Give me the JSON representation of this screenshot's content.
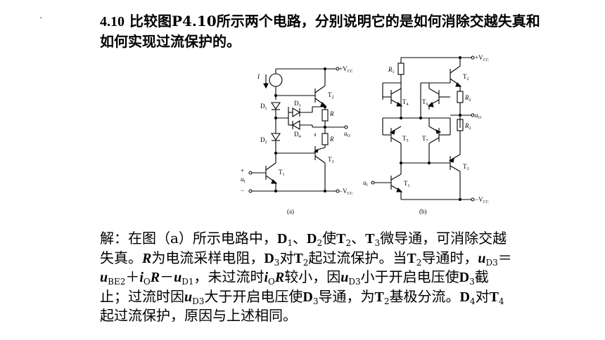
{
  "question": {
    "number": "4.10",
    "text": "比较图P4.10所示两个电路，分别说明它的是如何消除交越失真和如何实现过流保护的。"
  },
  "figure": {
    "caption_a": "(a)",
    "caption_b": "(b)",
    "a": {
      "I": "I",
      "D1": "D",
      "D1s": "1",
      "D2": "D",
      "D2s": "2",
      "D3": "D",
      "D3s": "3",
      "D4": "D",
      "D4s": "4",
      "T1": "T",
      "T1s": "1",
      "T2": "T",
      "T2s": "2",
      "T3": "T",
      "T3s": "3",
      "R1": "R",
      "R2": "R",
      "vcc_pos": "+V",
      "vcc_neg": "−V",
      "cc": "CC",
      "uI": "u",
      "uIs": "I",
      "uO": "u",
      "uOs": "O",
      "plus": "+",
      "minus": "−"
    },
    "b": {
      "R1": "R",
      "R1s": "1",
      "R2a": "R",
      "R2as": "2",
      "R2b": "R",
      "R2bs": "2",
      "T1": "T",
      "T1s": "1",
      "T2": "T",
      "T2s": "2",
      "T3": "T",
      "T3s": "3",
      "T4": "T",
      "T4s": "4",
      "T5": "T",
      "T5s": "5",
      "T6": "T",
      "T6s": "6",
      "T7": "T",
      "T7s": "7",
      "vcc_pos": "+V",
      "vcc_neg": "−V",
      "cc": "CC",
      "uI": "u",
      "uIs": "I",
      "uO": "u",
      "uOs": "O"
    }
  },
  "answer": {
    "p1": "解：在图（a）所示电路中，",
    "D1": "D",
    "s1": "1",
    "p2": "、",
    "D2": "D",
    "s2": "2",
    "p3": "使",
    "T2": "T",
    "s3": "2",
    "p4": "、",
    "T3": "T",
    "s4": "3",
    "p5": "微导通，可消除交越失真。",
    "R": "R",
    "p6": "为电流采样电阻，",
    "D3": "D",
    "s5": "3",
    "p7": "对",
    "T2b": "T",
    "s6": "2",
    "p8": "起过流保护。当",
    "T2c": "T",
    "s7": "2",
    "p9": "导通时，",
    "uD3": "u",
    "sD3": "D3",
    "eq": "＝",
    "uBE2": "u",
    "sBE2": "BE2",
    "plus": "＋",
    "iO": "i",
    "sO": "O",
    "R2": "R",
    "minus": "－",
    "uD1": "u",
    "sD1": "D1",
    "p10": "，未过流时",
    "iO2": "i",
    "sO2": "O",
    "R3": "R",
    "p11": "较小，因",
    "uD3b": "u",
    "sD3b": "D3",
    "p12": "小于开启电压使",
    "D3b": "D",
    "s8": "3",
    "p13": "截止；过流时因",
    "uD3c": "u",
    "sD3c": "D3",
    "p14": "大于开启电压使",
    "D3c": "D",
    "s9": "3",
    "p15": "导通，为",
    "T2d": "T",
    "s10": "2",
    "p16": "基极分流。",
    "D4": "D",
    "s11": "4",
    "p17": "对",
    "T4": "T",
    "s12": "4",
    "p18": "起过流保护，原因与上述相同。"
  }
}
